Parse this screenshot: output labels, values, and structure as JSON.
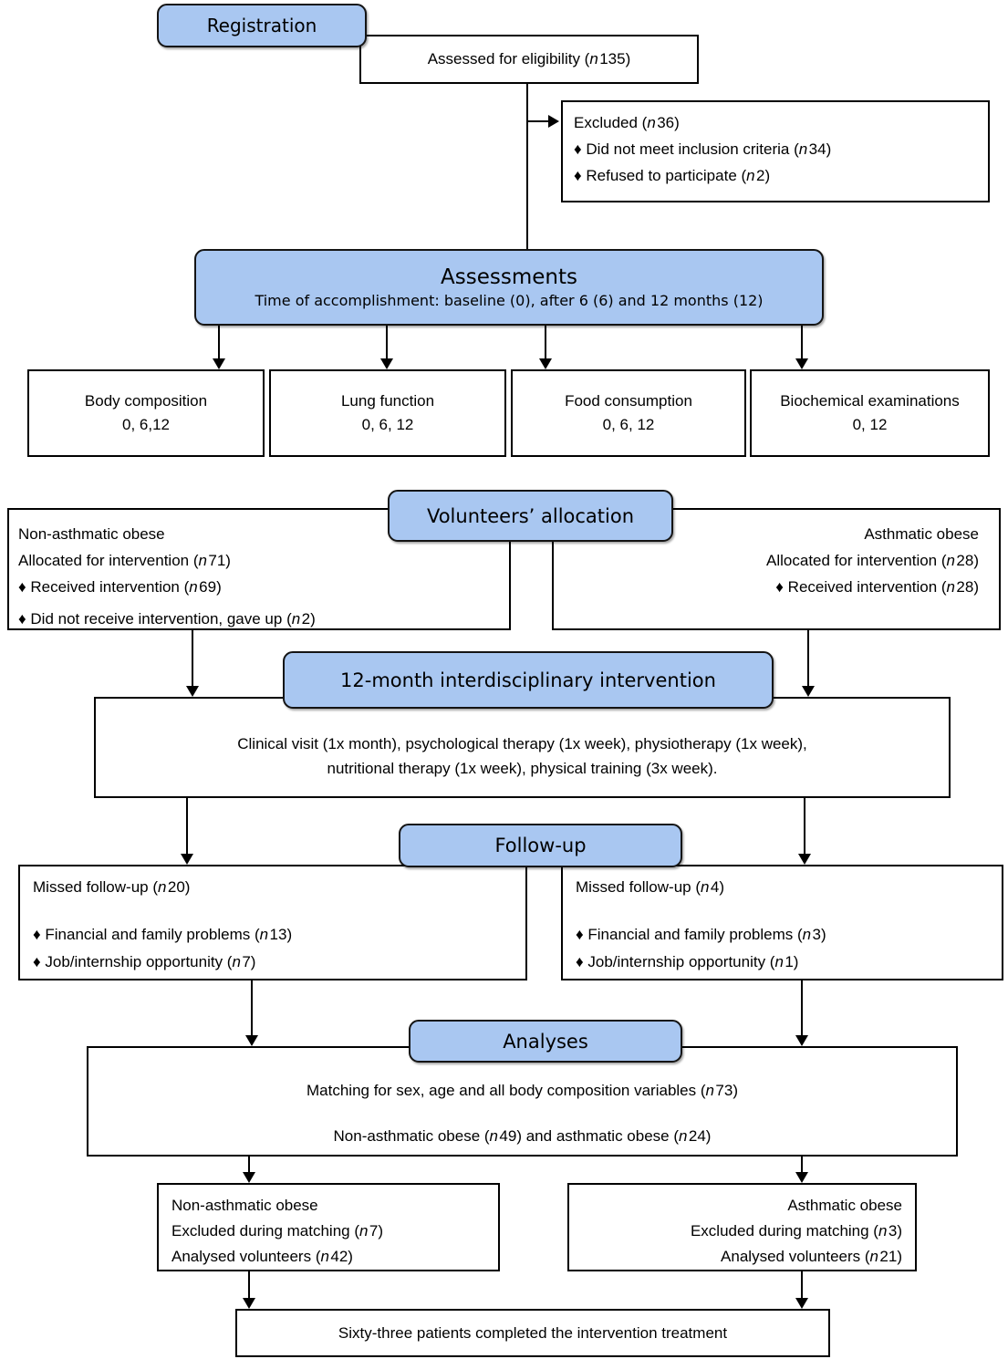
{
  "colors": {
    "node_fill": "#A9C7F1",
    "border": "#000000",
    "background": "#FFFFFF"
  },
  "nodes": {
    "registration": {
      "label": "Registration"
    },
    "assessed": {
      "label": "Assessed for eligibility (n135)"
    },
    "excluded": {
      "title": "Excluded (n36)",
      "items": [
        "♦ Did not meet inclusion criteria (n34)",
        "♦ Refused to participate (n2)"
      ]
    },
    "assessments": {
      "title": "Assessments",
      "subtitle": "Time of accomplishment: baseline (0), after 6 (6) and 12 months (12)"
    },
    "measures": [
      {
        "title": "Body composition",
        "times": "0, 6,12"
      },
      {
        "title": "Lung function",
        "times": "0, 6, 12"
      },
      {
        "title": "Food consumption",
        "times": "0, 6, 12"
      },
      {
        "title": "Biochemical examinations",
        "times": "0, 12"
      }
    ],
    "allocation": {
      "header": "Volunteers’ allocation",
      "non_asthmatic": {
        "lines": [
          "Non-asthmatic obese",
          "Allocated for intervention (n71)",
          "♦ Received intervention (n69)",
          "♦ Did not receive intervention, gave up (n2)"
        ]
      },
      "asthmatic": {
        "lines": [
          "Asthmatic obese",
          "Allocated for intervention (n28)",
          "♦ Received intervention (n28)"
        ]
      }
    },
    "intervention": {
      "header": "12-month interdisciplinary intervention",
      "line1": "Clinical visit (1x month), psychological therapy (1x week), physiotherapy (1x week),",
      "line2": "nutritional therapy (1x week), physical training (3x week)."
    },
    "followup": {
      "header": "Follow-up",
      "non_asthmatic": {
        "title": "Missed follow-up (n20)",
        "items": [
          "♦ Financial and family problems (n13)",
          "♦ Job/internship opportunity (n7)"
        ]
      },
      "asthmatic": {
        "title": "Missed follow-up (n4)",
        "items": [
          "♦ Financial and family problems (n3)",
          "♦ Job/internship opportunity (n1)"
        ]
      }
    },
    "analyses": {
      "header": "Analyses",
      "line1": "Matching for sex, age and all body composition variables (n73)",
      "line2": "Non-asthmatic obese (n49) and asthmatic obese (n24)"
    },
    "matched": {
      "non_asthmatic": {
        "lines": [
          "Non-asthmatic obese",
          "Excluded during matching (n7)",
          "Analysed volunteers (n42)"
        ]
      },
      "asthmatic": {
        "lines": [
          "Asthmatic obese",
          "Excluded during matching (n3)",
          "Analysed volunteers (n21)"
        ]
      }
    },
    "completion": {
      "label": "Sixty-three patients completed the intervention treatment"
    }
  }
}
